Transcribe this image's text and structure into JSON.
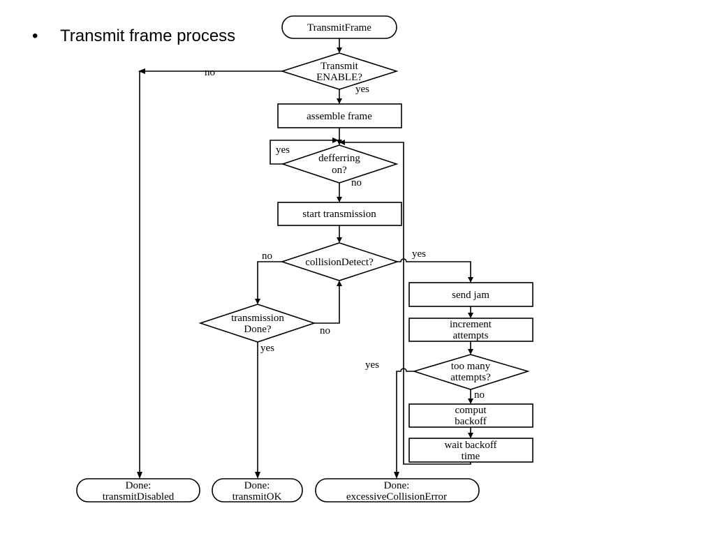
{
  "slide": {
    "bullet": "•",
    "title": "Transmit frame process"
  },
  "nodes": {
    "start": "TransmitFrame",
    "transmit_enable": [
      "Transmit",
      "ENABLE?"
    ],
    "assemble_frame": "assemble frame",
    "deferring": [
      "defferring",
      "on?"
    ],
    "start_transmission": "start transmission",
    "collision_detect": "collisionDetect?",
    "transmission_done": [
      "transmission",
      "Done?"
    ],
    "send_jam": "send jam",
    "increment_attempts": [
      "increment",
      "attempts"
    ],
    "too_many_attempts": [
      "too many",
      "attempts?"
    ],
    "compute_backoff": [
      "comput",
      "backoff"
    ],
    "wait_backoff": [
      "wait backoff",
      "time"
    ],
    "done_disabled": [
      "Done:",
      "transmitDisabled"
    ],
    "done_ok": [
      "Done:",
      "transmitOK"
    ],
    "done_error": [
      "Done:",
      "excessiveCollisionError"
    ]
  },
  "edge_labels": {
    "enable_no": "no",
    "enable_yes": "yes",
    "deferring_yes": "yes",
    "deferring_no": "no",
    "collision_no": "no",
    "collision_yes": "yes",
    "tx_done_no": "no",
    "tx_done_yes": "yes",
    "too_many_yes": "yes",
    "too_many_no": "no"
  }
}
